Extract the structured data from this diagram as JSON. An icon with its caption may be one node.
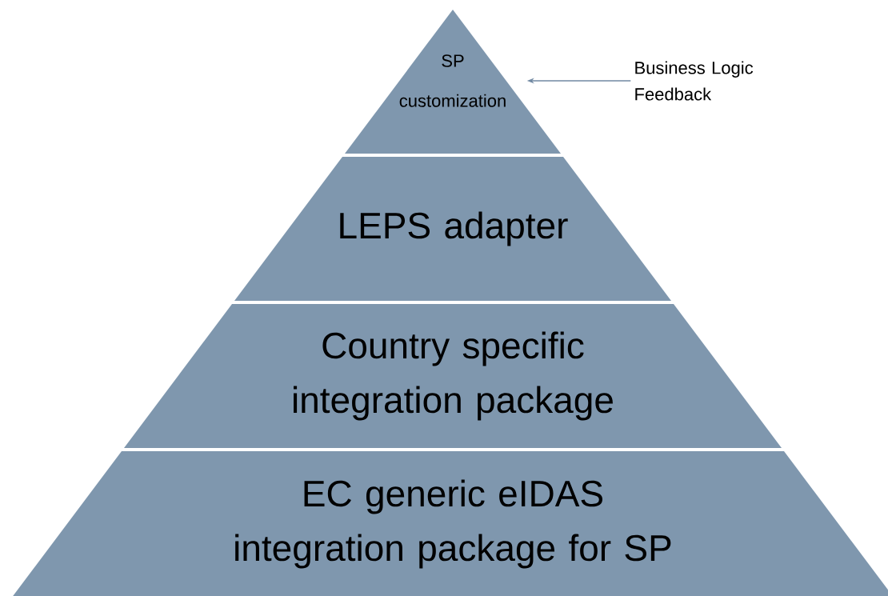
{
  "diagram": {
    "nodes": [
      {
        "text": [
          "SP customization"
        ]
      },
      {
        "text": [
          "LEPS adapter"
        ]
      },
      {
        "text": [
          "Country specific integration package"
        ]
      },
      {
        "text": [
          "EC generic eIDAS integration package for SP"
        ]
      },
      {
        "text": [
          "Business Logic Feedback"
        ]
      }
    ],
    "edges": [
      {
        "from": 4,
        "to": 0,
        "arrow": "to"
      }
    ]
  }
}
